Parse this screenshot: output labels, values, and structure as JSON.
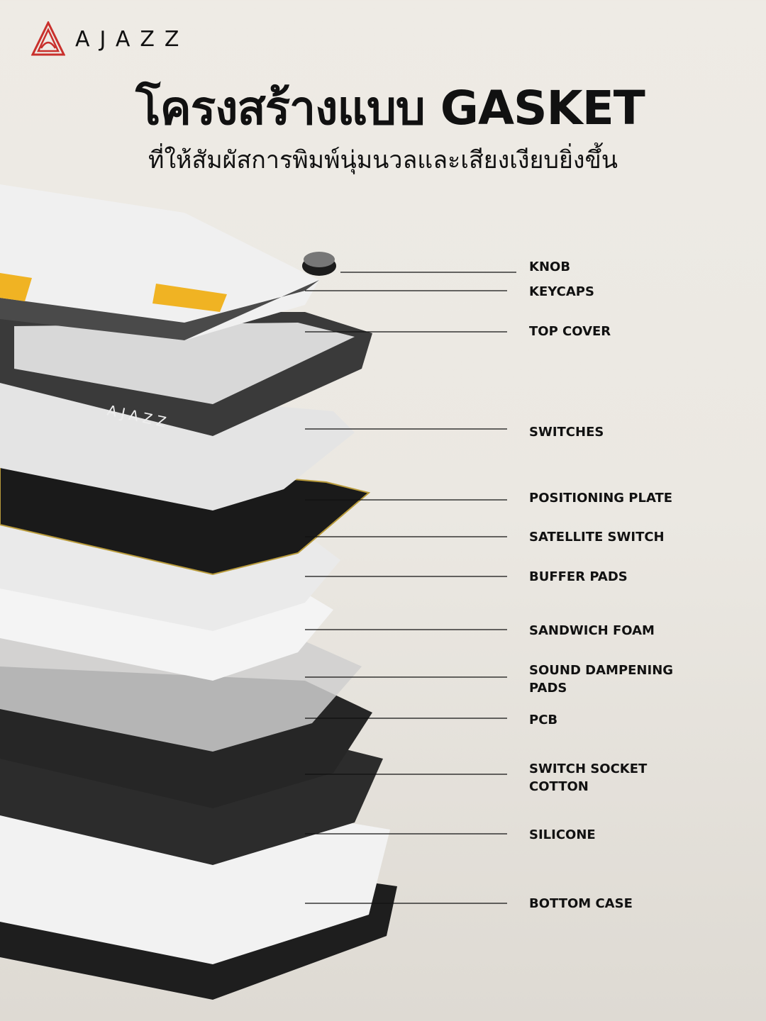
{
  "brand": {
    "name": "AJAZZ",
    "color": "#c9302c"
  },
  "header": {
    "title": "โครงสร้างแบบ GASKET",
    "subtitle": "ที่ให้สัมผัสการพิมพ์นุ่มนวลและเสียงเงียบยิ่งขึ้น"
  },
  "keyboard_branding": "AJAZZ",
  "components": [
    {
      "lines": [
        "KNOB"
      ]
    },
    {
      "lines": [
        "KEYCAPS"
      ]
    },
    {
      "lines": [
        "TOP COVER"
      ]
    },
    {
      "lines": [
        "SWITCHES"
      ]
    },
    {
      "lines": [
        "POSITIONING PLATE"
      ]
    },
    {
      "lines": [
        "SATELLITE SWITCH"
      ]
    },
    {
      "lines": [
        "BUFFER PADS"
      ]
    },
    {
      "lines": [
        "SANDWICH FOAM"
      ]
    },
    {
      "lines": [
        "SOUND DAMPENING",
        "PADS"
      ]
    },
    {
      "lines": [
        "PCB"
      ]
    },
    {
      "lines": [
        "SWITCH SOCKET",
        "COTTON"
      ]
    },
    {
      "lines": [
        "SILICONE"
      ]
    },
    {
      "lines": [
        "BOTTOM CASE"
      ]
    }
  ],
  "colors": {
    "accent_keycap": "#f0b323",
    "dark": "#2b2b2b",
    "light": "#e8e8e8"
  }
}
